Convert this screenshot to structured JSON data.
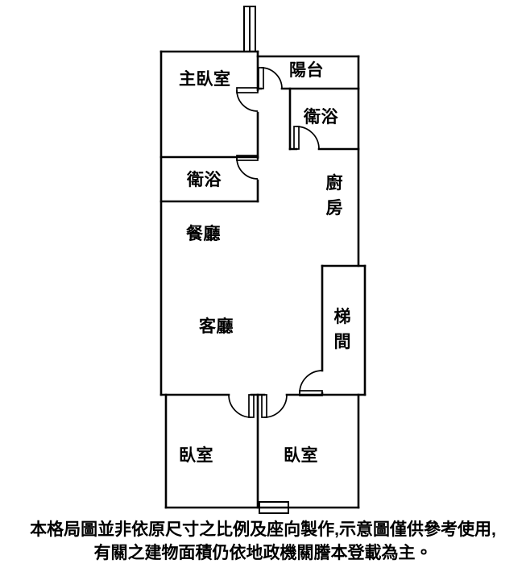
{
  "floorplan": {
    "rooms": {
      "master_bedroom": "主臥室",
      "balcony": "陽台",
      "bathroom_upper": "衛浴",
      "bathroom_lower": "衛浴",
      "kitchen": "廚房",
      "dining_room": "餐廳",
      "living_room": "客廳",
      "stairwell": "梯間",
      "bedroom_left": "臥室",
      "bedroom_right": "臥室"
    },
    "disclaimer": {
      "line1": "本格局圖並非依原尺寸之比例及座向製作,示意圖僅供參考使用,",
      "line2": "有關之建物面積仍依地政機關謄本登載為主。"
    },
    "colors": {
      "wall": "#000000",
      "background": "#ffffff",
      "text": "#000000"
    }
  }
}
